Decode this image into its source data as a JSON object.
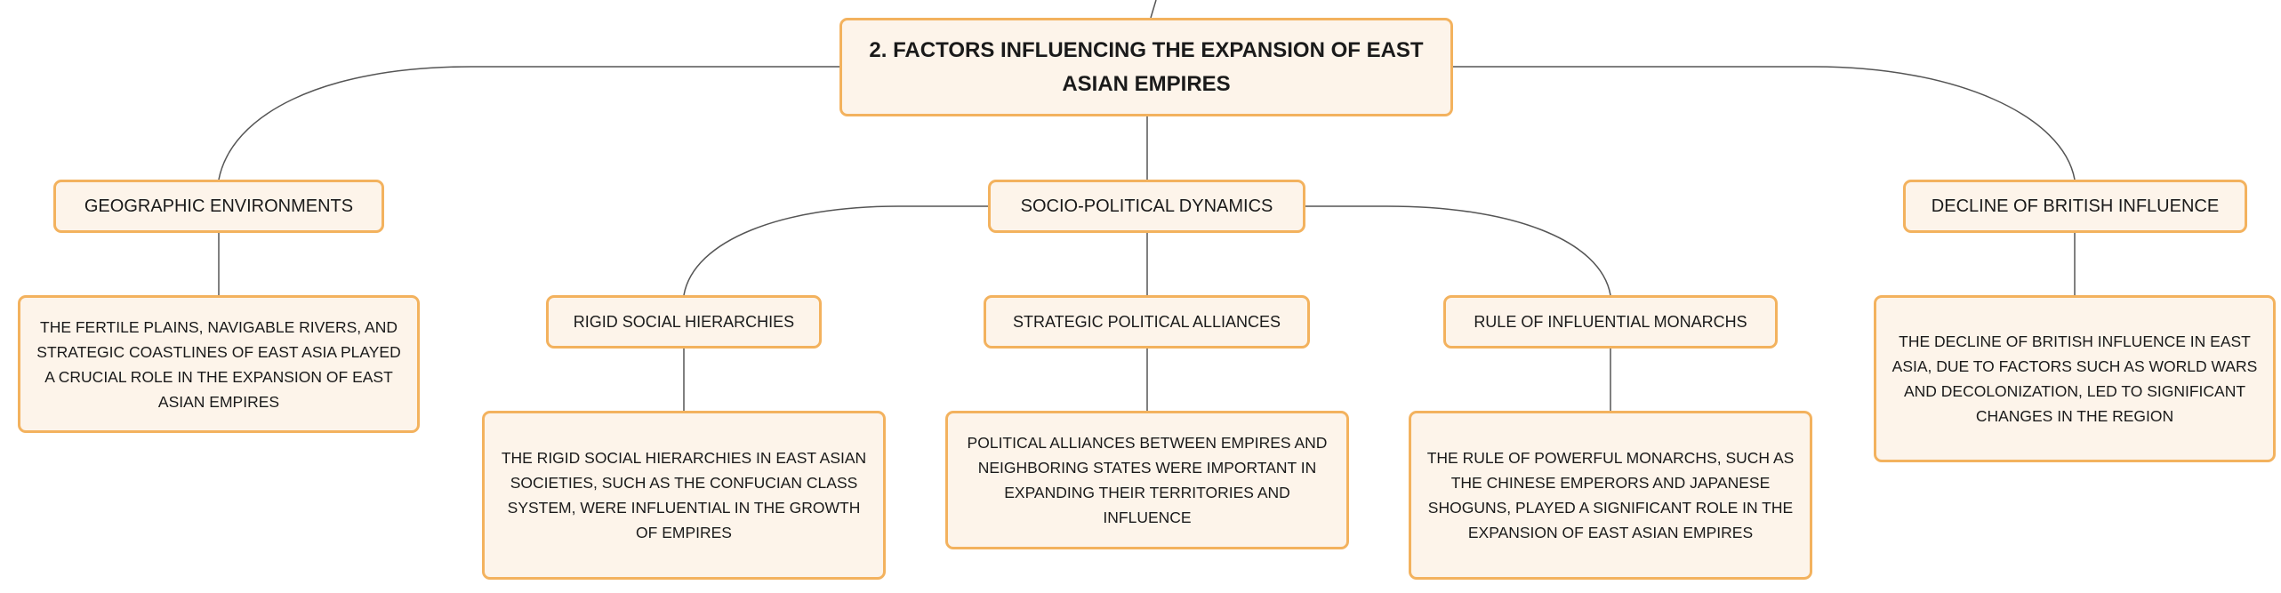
{
  "diagram": {
    "root": {
      "label": "2. FACTORS INFLUENCING THE EXPANSION OF EAST ASIAN EMPIRES"
    },
    "geographic": {
      "label": "GEOGRAPHIC ENVIRONMENTS",
      "description": "THE FERTILE PLAINS, NAVIGABLE RIVERS, AND STRATEGIC COASTLINES OF EAST ASIA PLAYED A CRUCIAL ROLE IN THE EXPANSION OF EAST ASIAN EMPIRES"
    },
    "socio_political": {
      "label": "SOCIO-POLITICAL DYNAMICS",
      "children": {
        "rigid": {
          "label": "RIGID SOCIAL HIERARCHIES",
          "description": "THE RIGID SOCIAL HIERARCHIES IN EAST ASIAN SOCIETIES, SUCH AS THE CONFUCIAN CLASS SYSTEM, WERE INFLUENTIAL IN THE GROWTH OF EMPIRES"
        },
        "alliances": {
          "label": "STRATEGIC POLITICAL ALLIANCES",
          "description": "POLITICAL ALLIANCES BETWEEN EMPIRES AND NEIGHBORING STATES WERE IMPORTANT IN EXPANDING THEIR TERRITORIES AND INFLUENCE"
        },
        "monarchs": {
          "label": "RULE OF INFLUENTIAL MONARCHS",
          "description": "THE RULE OF POWERFUL MONARCHS, SUCH AS THE CHINESE EMPERORS AND JAPANESE SHOGUNS, PLAYED A SIGNIFICANT ROLE IN THE EXPANSION OF EAST ASIAN EMPIRES"
        }
      }
    },
    "british": {
      "label": "DECLINE OF BRITISH INFLUENCE",
      "description": "THE DECLINE OF BRITISH INFLUENCE IN EAST ASIA, DUE TO FACTORS SUCH AS WORLD WARS AND DECOLONIZATION, LED TO SIGNIFICANT CHANGES IN THE REGION"
    },
    "colors": {
      "node_fill": "#fdf4ea",
      "node_border": "#f3b25e",
      "connector": "#555555"
    }
  }
}
